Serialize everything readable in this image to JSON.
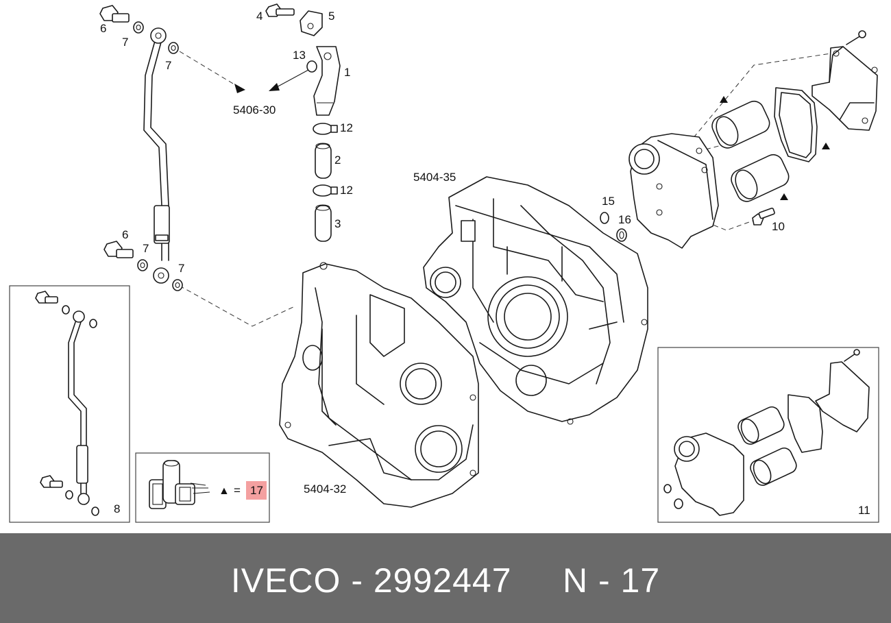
{
  "diagram": {
    "callouts": {
      "c1": "1",
      "c2": "2",
      "c3": "3",
      "c4": "4",
      "c5": "5",
      "c6a": "6",
      "c6b": "6",
      "c7a": "7",
      "c7b": "7",
      "c7c": "7",
      "c7d": "7",
      "c8": "8",
      "c10": "10",
      "c11": "11",
      "c12a": "12",
      "c12b": "12",
      "c13": "13",
      "c15": "15",
      "c16": "16"
    },
    "references": {
      "r540630": "5406-30",
      "r540435": "5404-35",
      "r540432": "5404-32"
    },
    "kit": {
      "symbol": "▲",
      "equals": "=",
      "number": "17",
      "highlight_color": "#f4a0a0"
    }
  },
  "footer": {
    "brand": "IVECO",
    "part_number": "2992447",
    "group": "N - 17",
    "text": "IVECO - 2992447     N - 17",
    "background": "#6a6a6a"
  }
}
